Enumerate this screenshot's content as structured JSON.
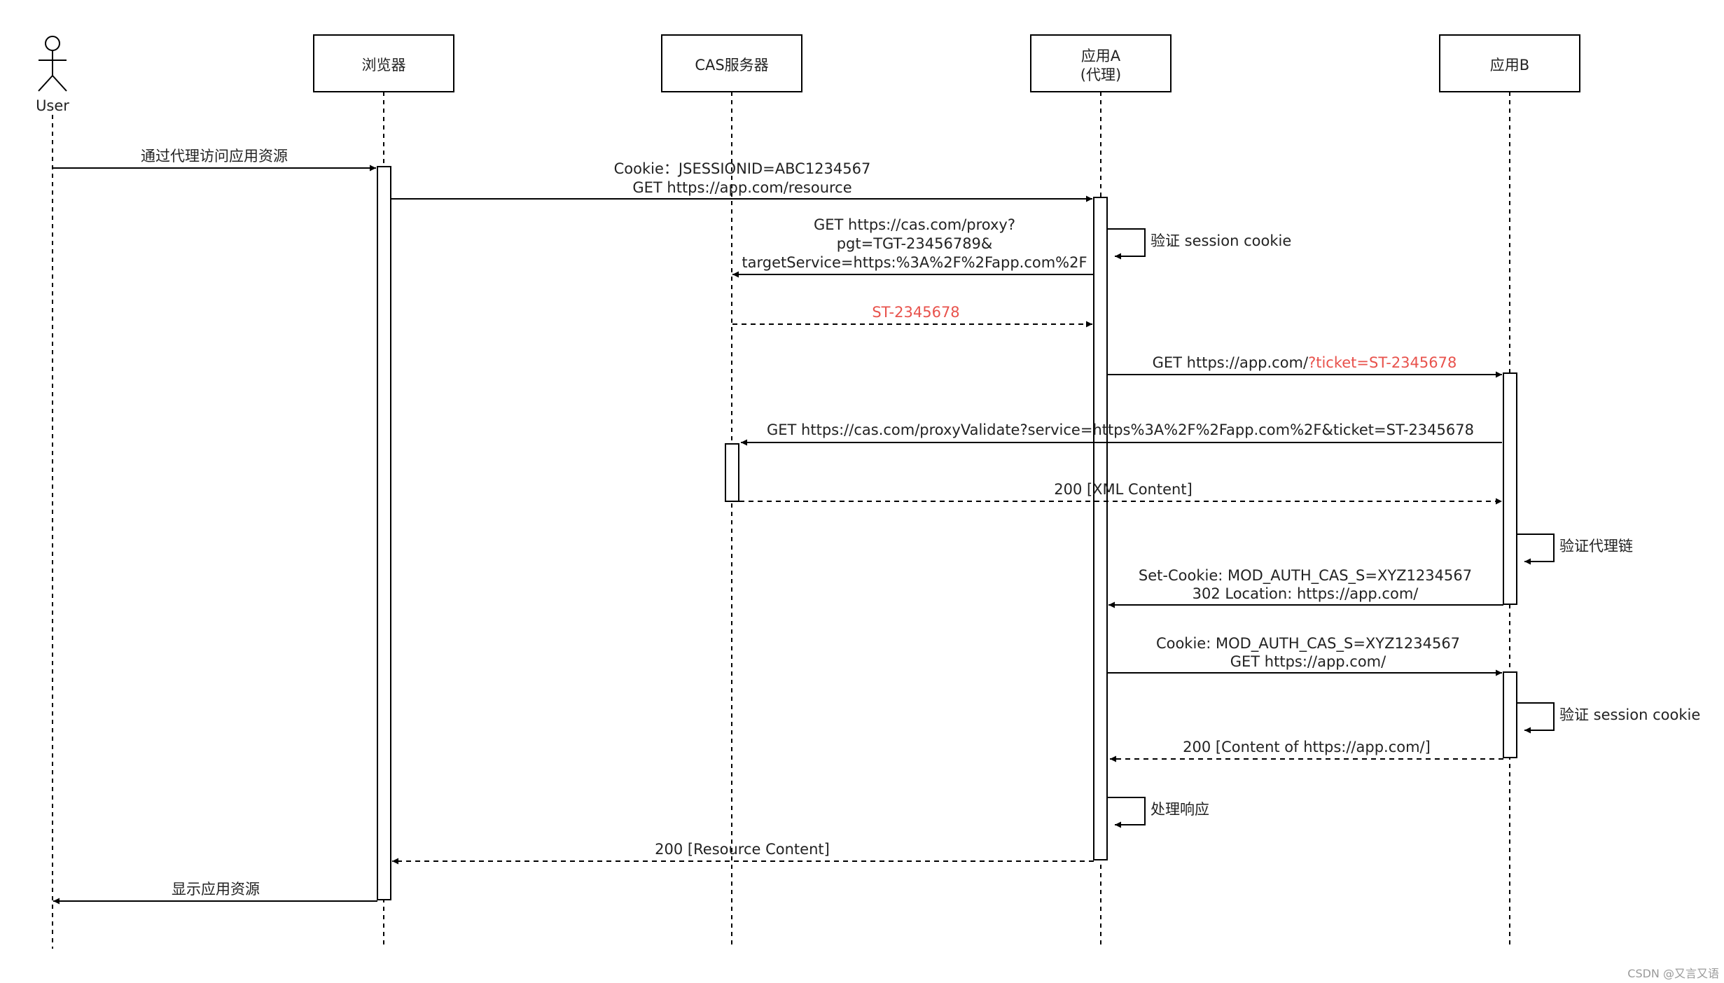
{
  "actors": {
    "user": "User",
    "browser": "浏览器",
    "cas": "CAS服务器",
    "app_a_line1": "应用A",
    "app_a_line2": "(代理)",
    "app_b": "应用B"
  },
  "messages": {
    "m1": "通过代理访问应用资源",
    "m2_line1": "Cookie：JSESSIONID=ABC1234567",
    "m2_line2": "GET https://app.com/resource",
    "self1": "验证 session cookie",
    "m3_line1": "GET https://cas.com/proxy?",
    "m3_line2": "pgt=TGT-23456789&",
    "m3_line3": "targetService=https:%3A%2F%2Fapp.com%2F",
    "m4": "ST-2345678",
    "m5_prefix": "GET https://app.com/",
    "m5_ticket": "?ticket=ST-2345678",
    "m6": "GET https://cas.com/proxyValidate?service=https%3A%2F%2Fapp.com%2F&ticket=ST-2345678",
    "m7": "200 [XML Content]",
    "self2": "验证代理链",
    "m8_line1": "Set-Cookie: MOD_AUTH_CAS_S=XYZ1234567",
    "m8_line2": "302 Location: https://app.com/",
    "m9_line1": "Cookie: MOD_AUTH_CAS_S=XYZ1234567",
    "m9_line2": "GET https://app.com/",
    "self3": "验证 session cookie",
    "m10": "200 [Content of https://app.com/]",
    "self4": "处理响应",
    "m11": "200 [Resource Content]",
    "m12": "显示应用资源"
  },
  "watermark": "CSDN @又言又语",
  "colors": {
    "line": "#000000",
    "text": "#222222",
    "highlight": "#e8524c"
  }
}
